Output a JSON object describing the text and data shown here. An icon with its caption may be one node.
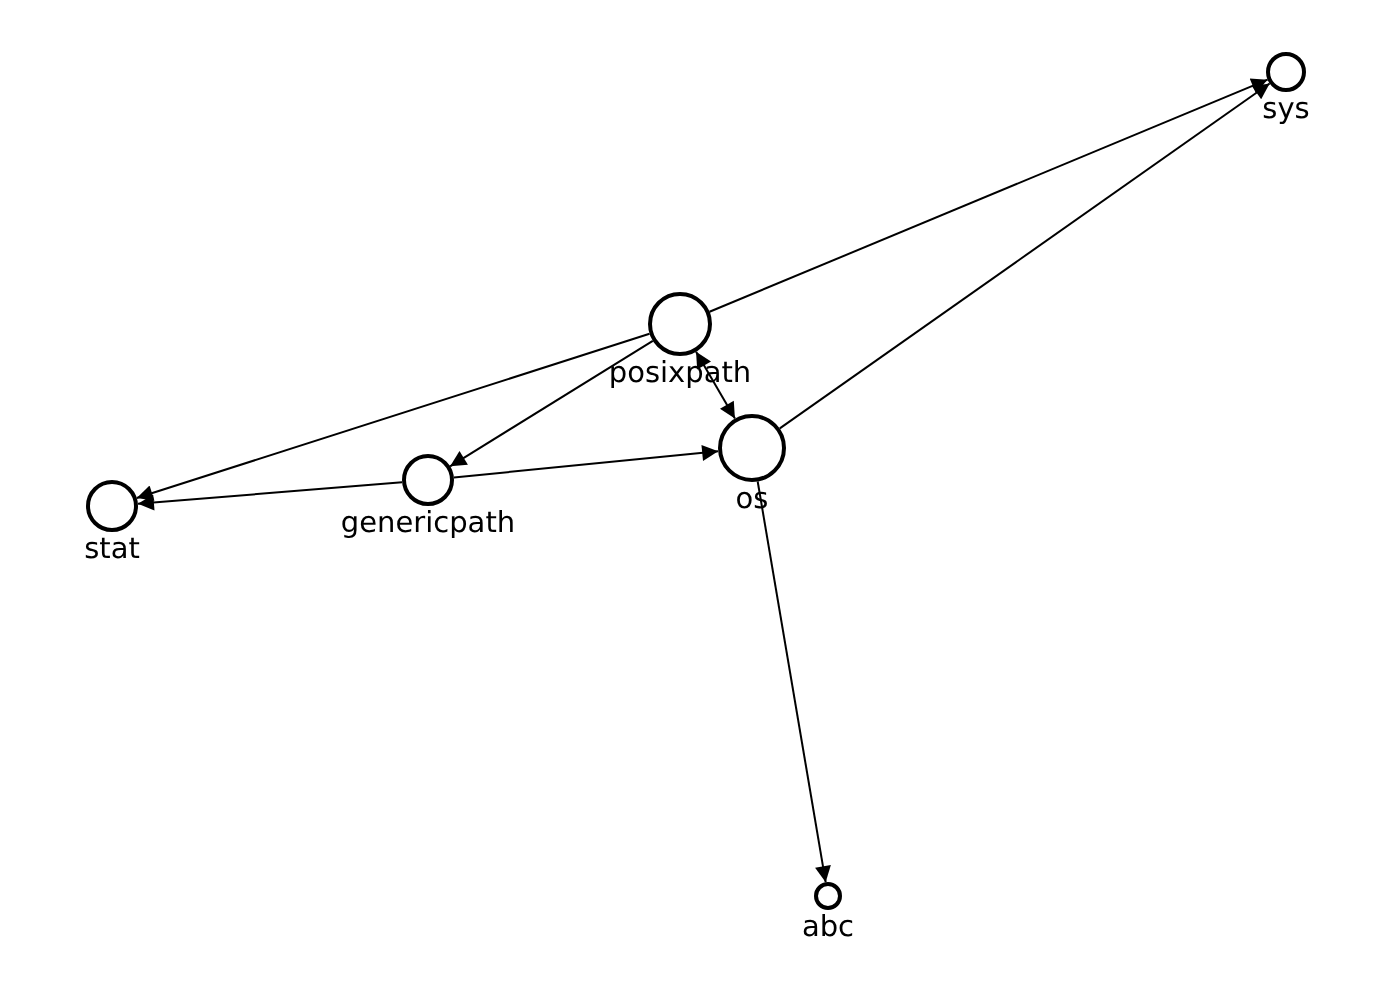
{
  "diagram": {
    "nodes": [
      {
        "text": [
          "sys"
        ]
      },
      {
        "text": [
          "posixpath"
        ]
      },
      {
        "text": [
          "os"
        ]
      },
      {
        "text": [
          "genericpath"
        ]
      },
      {
        "text": [
          "stat"
        ]
      },
      {
        "text": [
          "abc"
        ]
      }
    ],
    "edges": [
      {
        "from": 1,
        "to": 0,
        "arrow": "to"
      },
      {
        "from": 2,
        "to": 0,
        "arrow": "to"
      },
      {
        "from": 1,
        "to": 4,
        "arrow": "to"
      },
      {
        "from": 1,
        "to": 3,
        "arrow": "to"
      },
      {
        "from": 1,
        "to": 2,
        "arrow": "both"
      },
      {
        "from": 3,
        "to": 4,
        "arrow": "to"
      },
      {
        "from": 3,
        "to": 2,
        "arrow": "to"
      },
      {
        "from": 2,
        "to": 5,
        "arrow": "to"
      }
    ]
  }
}
